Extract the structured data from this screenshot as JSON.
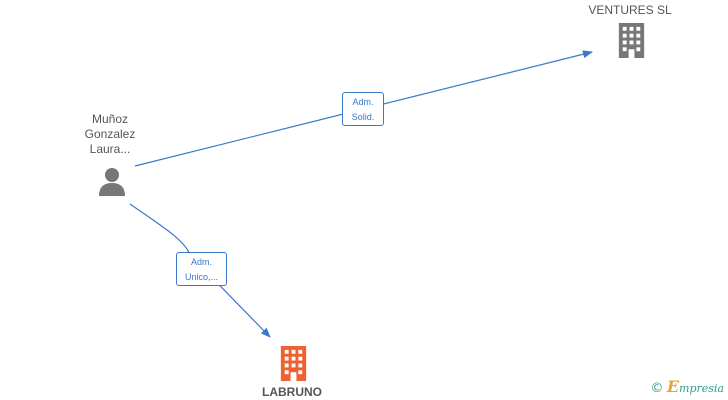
{
  "nodes": {
    "person": {
      "label": "Muñoz\nGonzalez\nLaura...",
      "icon": "person-icon"
    },
    "ventures": {
      "label": "VENTURES  SL",
      "icon": "building-icon",
      "color": "#777777"
    },
    "labruno": {
      "label": "LABRUNO",
      "icon": "building-icon",
      "color": "#f0612f"
    }
  },
  "edges": {
    "to_ventures": {
      "label": "Adm.\nSolid."
    },
    "to_labruno": {
      "label": "Adm.\nUnico,..."
    }
  },
  "colors": {
    "edge": "#3a78c9",
    "text": "#555555"
  },
  "footer": {
    "copyright_symbol": "©",
    "brand_initial": "E",
    "brand_rest": "mpresia"
  }
}
